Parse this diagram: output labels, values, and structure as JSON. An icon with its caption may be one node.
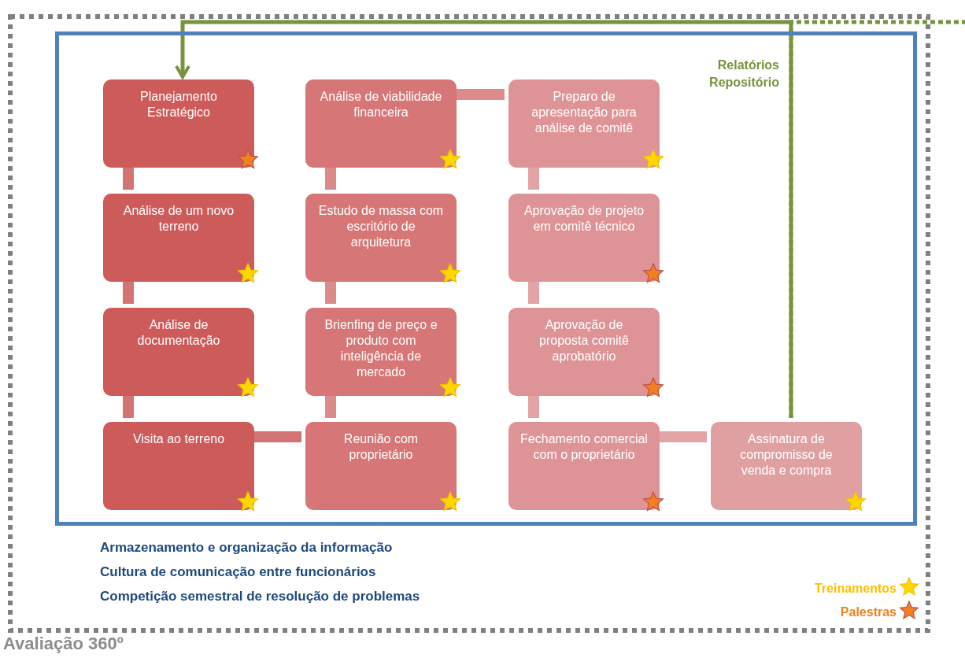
{
  "diagram": {
    "nodes": [
      {
        "text": [
          "Avaliação 360º"
        ]
      },
      {
        "text": [],
        "shape": "box",
        "in": 0
      },
      {
        "text": [
          "Planejamento Estratégico"
        ],
        "in": 1
      },
      {
        "text": [
          "Análise de um novo terreno"
        ],
        "in": 1
      },
      {
        "text": [
          "Análise de documentação"
        ],
        "in": 1
      },
      {
        "text": [
          "Visita ao terreno"
        ],
        "in": 1
      },
      {
        "text": [
          "Análise de viabilidade financeira"
        ],
        "in": 1
      },
      {
        "text": [
          "Estudo de massa com escritório de arquitetura"
        ],
        "in": 1
      },
      {
        "text": [
          "Brienfing de preço e produto com inteligência de mercado"
        ],
        "in": 1
      },
      {
        "text": [
          "Reunião com proprietário"
        ],
        "in": 1
      },
      {
        "text": [
          "Preparo de apresentação para análise de comitê"
        ],
        "in": 1
      },
      {
        "text": [
          "Aprovação de projeto em comitê técnico"
        ],
        "in": 1
      },
      {
        "text": [
          "Aprovação de proposta comitê aprobatório"
        ],
        "in": 1
      },
      {
        "text": [
          "Fechamento comercial com o proprietário"
        ],
        "in": 1
      },
      {
        "text": [
          "Assinatura de compromisso de venda e compra"
        ],
        "in": 1
      }
    ],
    "edges": [
      {
        "from": 2,
        "to": 3,
        "arrow": "none"
      },
      {
        "from": 3,
        "to": 4,
        "arrow": "none"
      },
      {
        "from": 4,
        "to": 5,
        "arrow": "none"
      },
      {
        "from": 5,
        "to": 9,
        "arrow": "none"
      },
      {
        "from": 9,
        "to": 8,
        "arrow": "none"
      },
      {
        "from": 8,
        "to": 7,
        "arrow": "none"
      },
      {
        "from": 7,
        "to": 6,
        "arrow": "none"
      },
      {
        "from": 6,
        "to": 10,
        "arrow": "none"
      },
      {
        "from": 10,
        "to": 11,
        "arrow": "none"
      },
      {
        "from": 11,
        "to": 12,
        "arrow": "none"
      },
      {
        "from": 12,
        "to": 13,
        "arrow": "none"
      },
      {
        "from": 13,
        "to": 14,
        "arrow": "none"
      },
      {
        "from": 14,
        "to": 2,
        "arrow": "to",
        "label": "Relatórios Repositório",
        "color": "#77933c"
      },
      {
        "from": 14,
        "to": null,
        "arrow": "none",
        "style": "dashed",
        "color": "#77933c"
      }
    ],
    "labels": [
      "Armazenamento e organização da informação",
      "Cultura de comunicação entre funcionários",
      "Competição semestral de resolução de problemas"
    ],
    "legend": [
      {
        "text": "Treinamentos",
        "color": "#ffd700"
      },
      {
        "text": "Palestras",
        "color": "#f08020"
      }
    ]
  }
}
